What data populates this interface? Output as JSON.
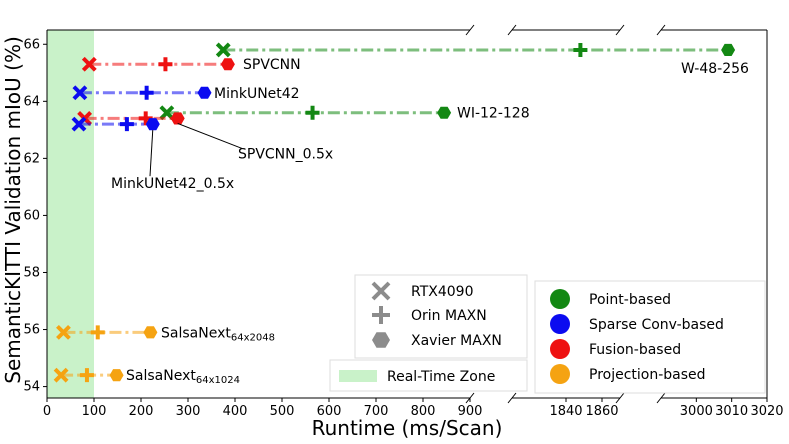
{
  "chart_data": {
    "type": "line",
    "xlabel": "Runtime (ms/Scan)",
    "ylabel": "SemanticKITTI Validation mIoU (%)",
    "ylim": [
      53.6,
      66.5
    ],
    "y_ticks": [
      54,
      56,
      58,
      60,
      62,
      64,
      66
    ],
    "x_segments": [
      {
        "range": [
          0,
          900
        ],
        "ticks": [
          0,
          100,
          200,
          300,
          400,
          500,
          600,
          700,
          800,
          900
        ]
      },
      {
        "range": [
          1810,
          1870
        ],
        "ticks": [
          1840,
          1860
        ]
      },
      {
        "range": [
          2990,
          3020
        ],
        "ticks": [
          3000,
          3010,
          3020
        ]
      }
    ],
    "real_time_zone": [
      0,
      100
    ],
    "colors": {
      "Point-based": "#138813",
      "Sparse Conv-based": "#0b0bf0",
      "Fusion-based": "#ee1111",
      "Projection-based": "#f5a312",
      "real_time_zone": "#c9f2c9",
      "legend_marker": "#8c8c8c"
    },
    "devices": [
      "RTX4090",
      "Orin MAXN",
      "Xavier MAXN"
    ],
    "series": [
      {
        "label": "W-48-256",
        "category": "Point-based",
        "y": 65.8,
        "x": [
          375,
          1848,
          3009
        ]
      },
      {
        "label": "WI-12-128",
        "category": "Point-based",
        "y": 63.6,
        "x": [
          255,
          565,
          845
        ]
      },
      {
        "label": "SPVCNN",
        "category": "Fusion-based",
        "y": 65.3,
        "x": [
          90,
          252,
          385
        ]
      },
      {
        "label": "MinkUNet42",
        "category": "Sparse Conv-based",
        "y": 64.3,
        "x": [
          70,
          212,
          335
        ]
      },
      {
        "label": "SPVCNN_0.5x",
        "category": "Fusion-based",
        "y": 63.4,
        "x": [
          80,
          210,
          278
        ]
      },
      {
        "label": "MinkUNet42_0.5x",
        "category": "Sparse Conv-based",
        "y": 63.2,
        "x": [
          68,
          170,
          225
        ]
      },
      {
        "label": "SalsaNext",
        "label_sub": "64x2048",
        "category": "Projection-based",
        "y": 55.9,
        "x": [
          35,
          108,
          220
        ]
      },
      {
        "label": "SalsaNext",
        "label_sub": "64x1024",
        "category": "Projection-based",
        "y": 54.4,
        "x": [
          30,
          85,
          148
        ]
      }
    ],
    "legend_device": {
      "placement": "lower-center"
    },
    "legend_category": {
      "placement": "lower-right",
      "entries": [
        "Point-based",
        "Sparse Conv-based",
        "Fusion-based",
        "Projection-based"
      ]
    },
    "legend_zone": {
      "label": "Real-Time Zone"
    }
  }
}
